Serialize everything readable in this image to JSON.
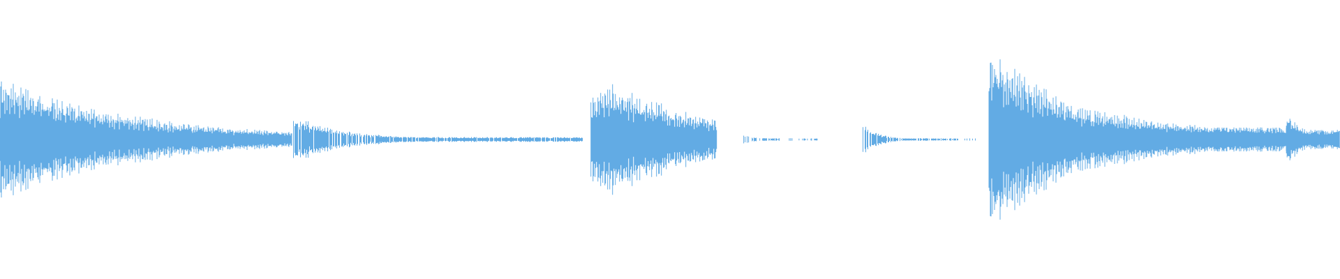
{
  "waveform": {
    "color": "#62ABE4",
    "background": "#FFFFFF",
    "segments": [
      {
        "start": 0.0,
        "end": 0.218,
        "amplitude": 0.52,
        "decay": 2.1,
        "density": 1.0,
        "floor": 0.05
      },
      {
        "start": 0.219,
        "end": 0.435,
        "amplitude": 0.2,
        "decay": 5.5,
        "density": 0.9,
        "floor": 0.02
      },
      {
        "start": 0.441,
        "end": 0.535,
        "amplitude": 0.58,
        "decay": 1.2,
        "density": 1.0,
        "floor": 0.05,
        "attack": 0.45
      },
      {
        "start": 0.555,
        "end": 0.583,
        "amplitude": 0.05,
        "decay": 3.0,
        "density": 0.6,
        "floor": 0.01
      },
      {
        "start": 0.589,
        "end": 0.61,
        "amplitude": 0.02,
        "decay": 2.0,
        "density": 0.4,
        "floor": 0.01
      },
      {
        "start": 0.644,
        "end": 0.715,
        "amplitude": 0.14,
        "decay": 6.0,
        "density": 0.8,
        "floor": 0.01
      },
      {
        "start": 0.719,
        "end": 0.728,
        "amplitude": 0.01,
        "decay": 1.0,
        "density": 0.3,
        "floor": 0.01
      },
      {
        "start": 0.738,
        "end": 0.8,
        "amplitude": 0.78,
        "decay": 0.9,
        "density": 1.0,
        "floor": 0.25
      },
      {
        "start": 0.8,
        "end": 0.96,
        "amplitude": 0.3,
        "decay": 1.6,
        "density": 1.0,
        "floor": 0.1
      },
      {
        "start": 0.96,
        "end": 1.0,
        "amplitude": 0.22,
        "decay": 2.5,
        "density": 1.0,
        "floor": 0.08
      }
    ]
  }
}
